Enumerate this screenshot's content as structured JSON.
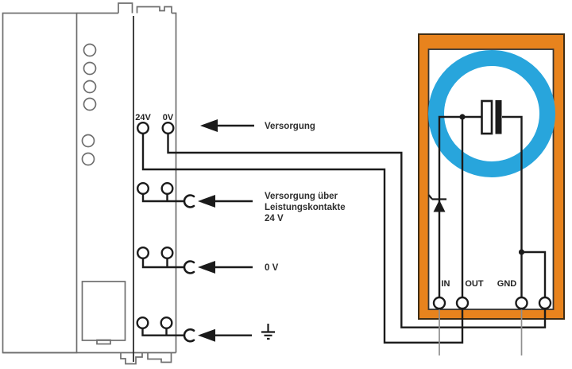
{
  "labels": {
    "terminal_24v": "24V",
    "terminal_0v": "0V",
    "supply": "Versorgung",
    "supply_via_contacts_line1": "Versorgung über",
    "supply_via_contacts_line2": "Leistungskontakte",
    "supply_via_contacts_line3": "24 V",
    "zero_volts": "0 V",
    "pin_in": "IN",
    "pin_out": "OUT",
    "pin_gnd": "GND"
  },
  "colors": {
    "sensor_housing_orange": "#E8831D",
    "sensor_coil_blue": "#28A5DC",
    "wire_black": "#1b1b1b",
    "module_outline_gray": "#6e6e6e"
  },
  "icons": {
    "arrow-left-icon": "◀",
    "contact-socket-icon": "(",
    "earth-ground-icon": "⏚",
    "zener-diode-icon": "diode with bent cathode bar",
    "piezo-element-icon": "crystal element: hollow plate + solid plate",
    "junction-dot": "●"
  }
}
